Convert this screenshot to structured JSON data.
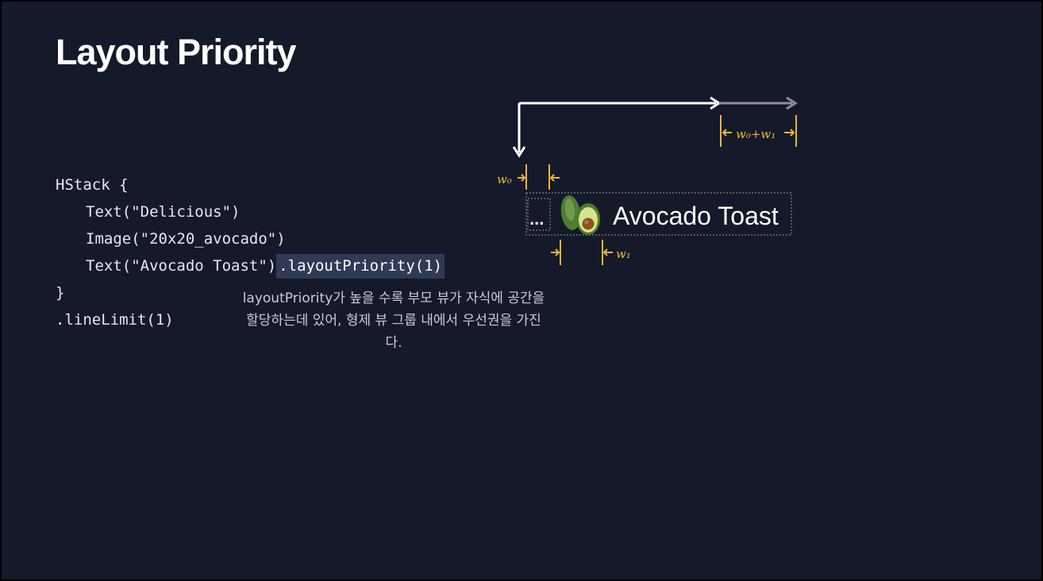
{
  "slide": {
    "title": "Layout Priority"
  },
  "code": {
    "line1": "HStack {",
    "line2": "Text(\"Delicious\")",
    "line3": "Image(\"20x20_avocado\")",
    "line4_prefix": "Text(\"Avocado Toast\")",
    "line4_modifier": ".layoutPriority(1)",
    "line5": "}",
    "line6": ".lineLimit(1)"
  },
  "caption": {
    "text": "layoutPriority가 높을 수록 부모 뷰가 자식에 공간을 할당하는데 있어, 형제 뷰 그룹 내에서 우선권을 가진다."
  },
  "diagram": {
    "w0_w1_label": "w₀+w₁",
    "w0_label": "w₀",
    "w1_label": "w₁",
    "ellipsis": "...",
    "toast_text": "Avocado Toast",
    "accent_color": "#f0b432",
    "arrow_color": "#ffffff",
    "extension_color": "#8a8e98",
    "avocado_icon": "avocado-icon"
  }
}
